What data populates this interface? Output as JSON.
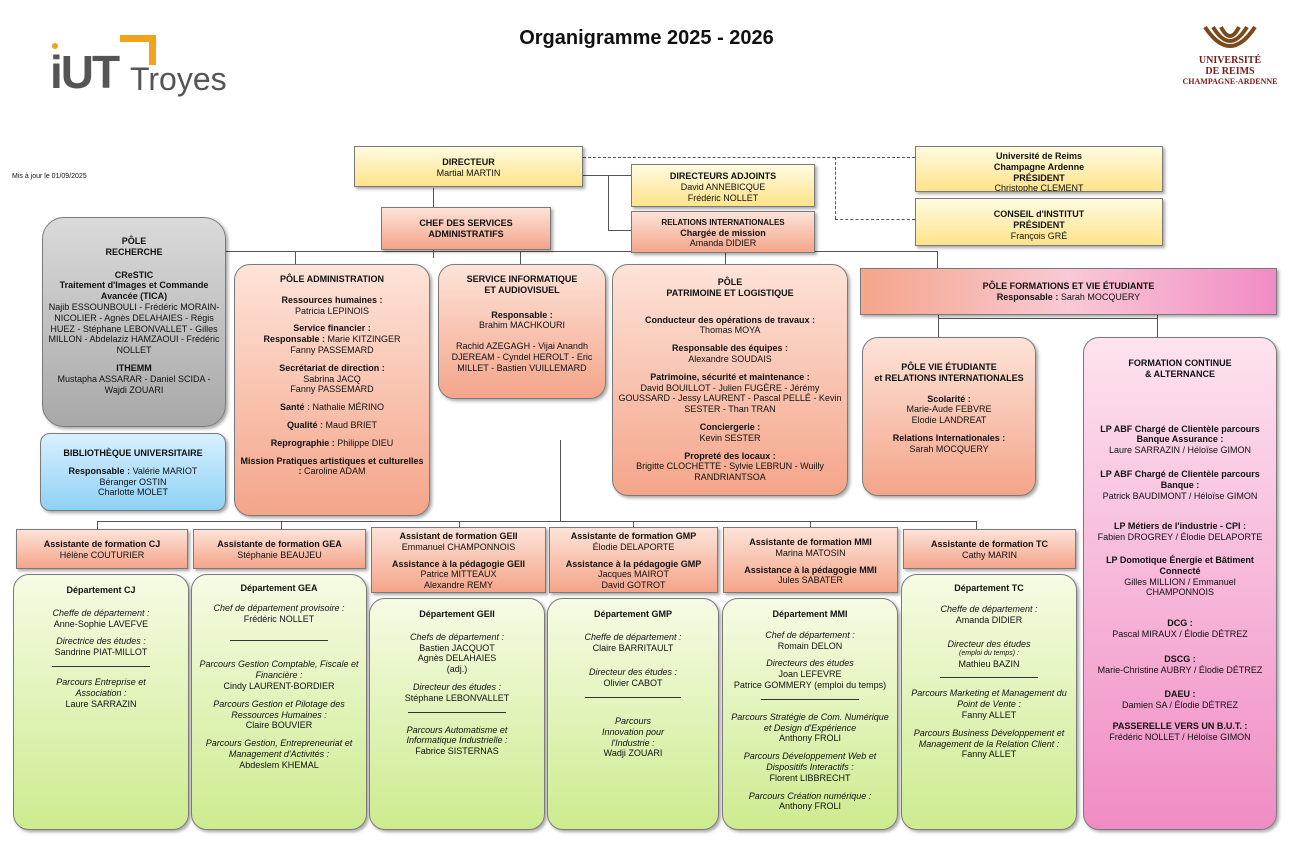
{
  "title": "Organigramme 2025 - 2026",
  "date_note": "Mis à jour le 01/09/2025",
  "logo_iut": {
    "i": "iUT",
    "troyes": "Troyes"
  },
  "logo_urca": {
    "l1": "UNIVERSITÉ",
    "l2": "DE REIMS",
    "l3": "CHAMPAGNE-ARDENNE"
  },
  "directeur": {
    "label": "DIRECTEUR",
    "name": "Martial MARTIN"
  },
  "adjoints": {
    "label": "DIRECTEURS ADJOINTS",
    "n1": "David ANNEBICQUE",
    "n2": "Frédéric NOLLET"
  },
  "relations": {
    "label": "RELATIONS INTERNATIONALES",
    "sub": "Chargée de mission",
    "name": "Amanda DIDIER"
  },
  "urca_box": {
    "l1": "Université de Reims",
    "l2": "Champagne Ardenne",
    "l3": "PRÉSIDENT",
    "name": "Christophe CLEMENT"
  },
  "conseil": {
    "l1": "CONSEIL d'INSTITUT",
    "l2": "PRÉSIDENT",
    "name": "François GRÉ"
  },
  "chef_services": {
    "l1": "CHEF DES SERVICES",
    "l2": "ADMINISTRATIFS"
  },
  "recherche": {
    "title1": "PÔLE",
    "title2": "RECHERCHE",
    "crestic": "CReSTIC",
    "tica": "Traitement d'Images et Commande Avancée (TICA)",
    "tica_members": "Najib ESSOUNBOULI - Frédéric MORAIN-NICOLIER - Agnès DELAHAIES - Régis HUEZ - Stéphane LEBONVALLET - Gilles MILLON - Abdelaziz HAMZAOUI - Frédéric NOLLET",
    "ithemm": "ITHEMM",
    "ithemm_members": "Mustapha ASSARAR - Daniel SCIDA - Wajdi ZOUARI"
  },
  "bibliotheque": {
    "title": "BIBLIOTHÈQUE UNIVERSITAIRE",
    "resp_label": "Responsable :",
    "resp": "Valérie MARIOT",
    "m1": "Béranger OSTIN",
    "m2": "Charlotte MOLET"
  },
  "administration": {
    "title": "PÔLE ADMINISTRATION",
    "rh_label": "Ressources humaines :",
    "rh": "Patricia LEPINOIS",
    "fin_label": "Service financier :",
    "fin_resp_label": "Responsable :",
    "fin_resp": "Marie KITZINGER",
    "fin_m": "Fanny PASSEMARD",
    "sec_label": "Secrétariat de direction :",
    "sec1": "Sabrina JACQ",
    "sec2": "Fanny PASSEMARD",
    "sante_label": "Santé :",
    "sante": "Nathalie MÉRINO",
    "qual_label": "Qualité :",
    "qual": "Maud BRIET",
    "repro_label": "Reprographie :",
    "repro": "Philippe DIEU",
    "mission_label": "Mission Pratiques artistiques et culturelles :",
    "mission": "Caroline ADAM"
  },
  "informatique": {
    "title1": "SERVICE INFORMATIQUE",
    "title2": "ET AUDIOVISUEL",
    "resp_label": "Responsable :",
    "resp": "Brahim MACHKOURI",
    "members": "Rachid AZEGAGH - Vijai Anandh DJEREAM - Cyndel HEROLT - Eric MILLET - Bastien VUILLEMARD"
  },
  "patrimoine": {
    "title1": "PÔLE",
    "title2": "PATRIMOINE ET LOGISTIQUE",
    "cond_label": "Conducteur des opérations de travaux :",
    "cond": "Thomas MOYA",
    "resp_label": "Responsable des équipes :",
    "resp": "Alexandre SOUDAIS",
    "maint_label": "Patrimoine, sécurité et maintenance :",
    "maint": "David BOUILLOT - Julien FUGÈRE - Jérémy GOUSSARD - Jessy LAURENT - Pascal PELLÉ - Kevin SESTER - Than TRAN",
    "conc_label": "Conciergerie :",
    "conc": "Kevin SESTER",
    "prop_label": "Propreté des locaux :",
    "prop": "Brigitte CLOCHETTE - Sylvie LEBRUN - Wuilly RANDRIANTSOA"
  },
  "formations": {
    "title": "PÔLE FORMATIONS ET VIE ÉTUDIANTE",
    "resp_label": "Responsable :",
    "resp": "Sarah MOCQUERY"
  },
  "vie_etudiante": {
    "title1": "PÔLE VIE ÉTUDIANTE",
    "title2": "et RELATIONS INTERNATIONALES",
    "scol_label": "Scolarité :",
    "scol1": "Marie-Aude FEBVRE",
    "scol2": "Elodie LANDREAT",
    "ri_label": "Relations Internationales :",
    "ri": "Sarah MOCQUERY"
  },
  "formation_continue": {
    "title1": "FORMATION CONTINUE",
    "title2": "& ALTERNANCE",
    "items": [
      {
        "label": "LP ABF Chargé de Clientèle parcours Banque Assurance :",
        "names": "Laure SARRAZIN / Héloïse GIMON"
      },
      {
        "label": "LP ABF Chargé de Clientèle parcours Banque :",
        "names": "Patrick BAUDIMONT / Héloïse GIMON"
      },
      {
        "label": "LP Métiers de l'industrie - CPI :",
        "names": "Fabien DROGREY / Élodie DELAPORTE"
      },
      {
        "label": "LP Domotique Énergie et Bâtiment Connecté",
        "names": "Gilles MILLION / Emmanuel CHAMPONNOIS"
      },
      {
        "label": "DCG :",
        "names": "Pascal MIRAUX / Élodie DÉTREZ"
      },
      {
        "label": "DSCG :",
        "names": "Marie-Christine AUBRY / Élodie DÉTREZ"
      },
      {
        "label": "DAEU :",
        "names": "Damien SA / Élodie DÉTREZ"
      },
      {
        "label": "PASSERELLE VERS UN B.U.T. :",
        "names": "Frédéric NOLLET / Héloïse GIMON"
      }
    ]
  },
  "assistants": {
    "cj": {
      "label": "Assistante de formation CJ",
      "name": "Hélène COUTURIER"
    },
    "gea": {
      "label": "Assistante de formation GEA",
      "name": "Stéphanie BEAUJEU"
    },
    "geii": {
      "label": "Assistant de formation GEII",
      "name": "Emmanuel CHAMPONNOIS",
      "label2": "Assistance à la pédagogie GEII",
      "n2": "Patrice MITTEAUX",
      "n3": "Alexandre REMY"
    },
    "gmp": {
      "label": "Assistante de formation GMP",
      "name": "Élodie DELAPORTE",
      "label2": "Assistance à la pédagogie GMP",
      "n2": "Jacques MAIROT",
      "n3": "David GOTROT"
    },
    "mmi": {
      "label": "Assistante de formation MMI",
      "name": "Marina MATOSIN",
      "label2": "Assistance à la pédagogie MMI",
      "n2": "Jules SABATER"
    },
    "tc": {
      "label": "Assistante de formation TC",
      "name": "Cathy MARIN"
    }
  },
  "dept_cj": {
    "title": "Département CJ",
    "chef_label": "Cheffe de département :",
    "chef": "Anne-Sophie LAVEFVE",
    "dir_label": "Directrice des études :",
    "dir": "Sandrine PIAT-MILLOT",
    "p1_label": "Parcours Entreprise et Association :",
    "p1": "Laure SARRAZIN"
  },
  "dept_gea": {
    "title": "Département GEA",
    "chef_label": "Chef de département provisoire :",
    "chef": "Frédéric NOLLET",
    "p1_label": "Parcours Gestion Comptable, Fiscale et Financière :",
    "p1": "Cindy LAURENT-BORDIER",
    "p2_label": "Parcours Gestion et Pilotage des Ressources Humaines :",
    "p2": "Claire BOUVIER",
    "p3_label": "Parcours Gestion, Entrepreneuriat et Management d'Activités :",
    "p3": "Abdeslem KHEMAL"
  },
  "dept_geii": {
    "title": "Département GEII",
    "chef_label": "Chefs de département :",
    "chef1": "Bastien JACQUOT",
    "chef2": "Agnès DELAHAIES",
    "chef3": "(adj.)",
    "dir_label": "Directeur des études :",
    "dir": "Stéphane LEBONVALLET",
    "p1_label": "Parcours Automatisme et Informatique Industrielle :",
    "p1": "Fabrice SISTERNAS"
  },
  "dept_gmp": {
    "title": "Département GMP",
    "chef_label": "Cheffe de département :",
    "chef": "Claire BARRITAULT",
    "dir_label": "Directeur des études :",
    "dir": "Olivier CABOT",
    "p1_label": "Parcours Innovation pour l'Industrie :",
    "p1": "Wadji ZOUARI"
  },
  "dept_mmi": {
    "title": "Département MMI",
    "chef_label": "Chef de département :",
    "chef": "Romain DELON",
    "dir_label": "Directeurs des études",
    "dir1": "Joan LEFEVRE",
    "dir2": "Patrice GOMMERY (emploi du temps)",
    "p1_label": "Parcours Stratégie de Com. Numérique et Design d'Expérience",
    "p1": "Anthony FROLI",
    "p2_label": "Parcours Développement Web et Dispositifs Interactifs :",
    "p2": "Florent LIBBRECHT",
    "p3_label": "Parcours Création numérique :",
    "p3": "Anthony FROLI"
  },
  "dept_tc": {
    "title": "Département TC",
    "chef_label": "Cheffe de département :",
    "chef": "Amanda DIDIER",
    "dir_label": "Directeur des études",
    "dir_sub": "(emploi du temps) :",
    "dir": "Mathieu BAZIN",
    "p1_label": "Parcours Marketing et Management du Point de Vente :",
    "p1": "Fanny ALLET",
    "p2_label": "Parcours Business Développement et Management de la Relation Client :",
    "p2": "Fanny ALLET"
  }
}
